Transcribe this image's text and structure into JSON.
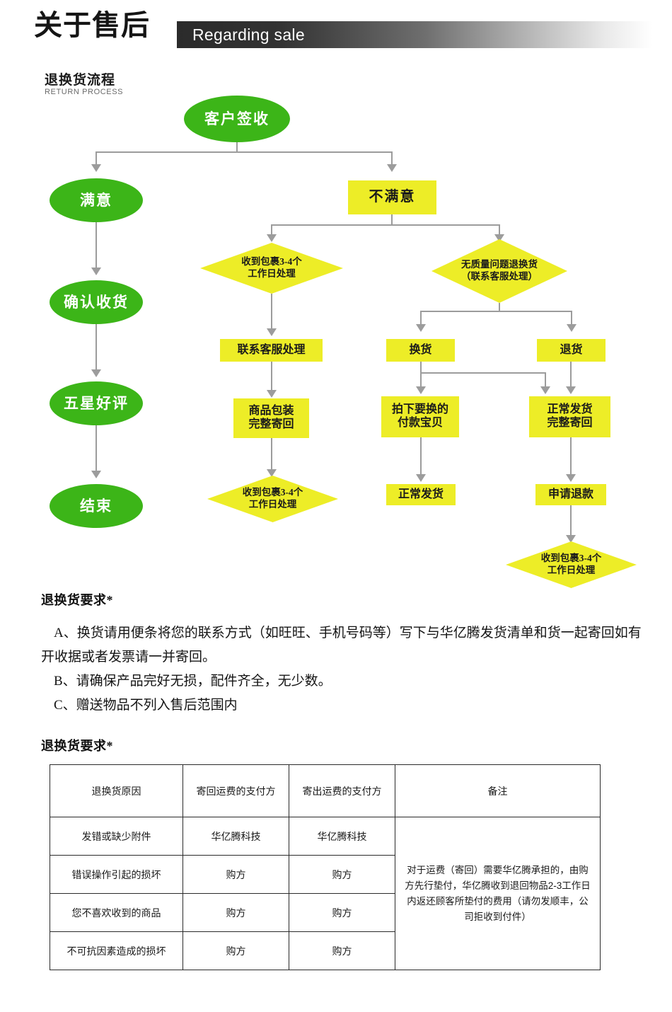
{
  "header": {
    "title_cn": "关于售后",
    "title_en": "Regarding sale"
  },
  "section": {
    "sub_title_cn": "退换货流程",
    "sub_title_en": "RETURN PROCESS"
  },
  "colors": {
    "green": "#3cb518",
    "yellow": "#eded27",
    "connector": "#9c9c9c",
    "header_bar_dark": "#2b2b2b"
  },
  "flowchart": {
    "nodes": {
      "start": "客户签收",
      "satisfied": "满意",
      "confirm_receipt": "确认收货",
      "five_star": "五星好评",
      "end": "结束",
      "unsatisfied": "不满意",
      "quality_issue": "收到包裹3-4个\n工作日处理",
      "no_quality_issue": "无质量问题退换货\n（联系客服处理）",
      "contact_service": "联系客服处理",
      "pack_return": "商品包装\n完整寄回",
      "received_left": "收到包裹3-4个\n工作日处理",
      "exchange": "换货",
      "return_goods": "退货",
      "order_payment": "拍下要换的\n付款宝贝",
      "normal_ship": "正常发货",
      "normal_ship_return": "正常发货\n完整寄回",
      "apply_refund": "申请退款",
      "received_right": "收到包裹3-4个\n工作日处理"
    }
  },
  "requirements": {
    "title": "退换货要求*",
    "items": [
      "A、换货请用便条将您的联系方式（如旺旺、手机号码等）写下与华亿腾发货清单和货一起寄回如有开收据或者发票请一并寄回。",
      "B、请确保产品完好无损，配件齐全，无少数。",
      "C、赠送物品不列入售后范围内"
    ]
  },
  "table_section": {
    "title": "退换货要求*",
    "headers": [
      "退换货原因",
      "寄回运费的支付方",
      "寄出运费的支付方",
      "备注"
    ],
    "rows": [
      [
        "发错或缺少附件",
        "华亿腾科技",
        "华亿腾科技"
      ],
      [
        "错误操作引起的损坏",
        "购方",
        "购方"
      ],
      [
        "您不喜欢收到的商品",
        "购方",
        "购方"
      ],
      [
        "不可抗因素造成的损坏",
        "购方",
        "购方"
      ]
    ],
    "note": "对于运费（寄回）需要华亿腾承担的，由购方先行垫付，华亿腾收到退回物品2-3工作日内返还顾客所垫付的费用（请勿发顺丰，公司拒收到付件）"
  }
}
